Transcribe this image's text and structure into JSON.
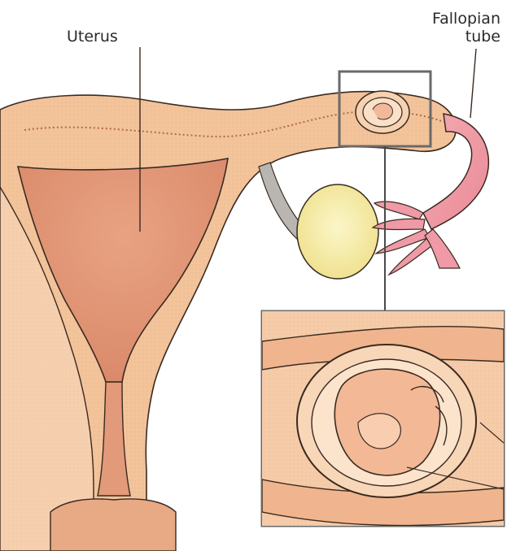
{
  "labels": {
    "uterus": "Uterus",
    "fallopian_tube_line1": "Fallopian",
    "fallopian_tube_line2": "tube"
  },
  "colors": {
    "flesh": "#f3c39a",
    "flesh_light": "#f8d9bb",
    "cavity": "#e39a78",
    "tube_pink": "#ef9aa6",
    "ovary_yellow": "#f7efa8",
    "ligament_gray": "#b9b6b2",
    "outline": "#3a2a20",
    "frame": "#6a6a6a"
  }
}
